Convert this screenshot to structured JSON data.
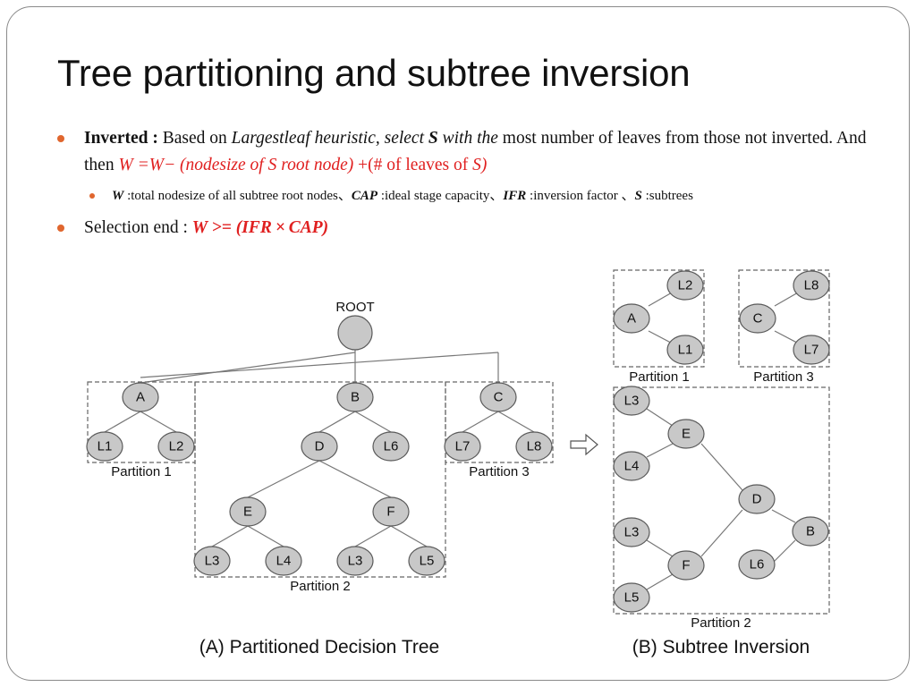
{
  "slide": {
    "title": "Tree partitioning and subtree inversion"
  },
  "bullets": {
    "b1_label": "Inverted :",
    "b1_t1": " Based on ",
    "b1_t2": "Largestleaf heuristic, select ",
    "b1_t3": "S",
    "b1_t4": " with the",
    "b1_t5": " most number of leaves from those not inverted. And then ",
    "b1_t6": "W =W− (nodesize of S root node)",
    "b1_t7": " +(# of leaves of ",
    "b1_t8": "S)",
    "sub_w": "W",
    "sub_w_desc": " :total nodesize of all subtree root nodes、",
    "sub_cap": "CAP",
    "sub_cap_desc": " :ideal stage capacity、",
    "sub_ifr": "IFR",
    "sub_ifr_desc": " :inversion factor 、",
    "sub_s": "S",
    "sub_s_desc": " :subtrees",
    "b2_label": "Selection  end : ",
    "b2_formula": "W >= (IFR × CAP)"
  },
  "diagram_a": {
    "root": "ROOT",
    "nodes": {
      "a": "A",
      "b": "B",
      "c": "C",
      "d": "D",
      "e": "E",
      "f": "F",
      "l1": "L1",
      "l2": "L2",
      "l6": "L6",
      "l7": "L7",
      "l8": "L8",
      "l3a": "L3",
      "l4": "L4",
      "l3b": "L3",
      "l5": "L5"
    },
    "partition1": "Partition 1",
    "partition2": "Partition 2",
    "partition3": "Partition 3",
    "caption": "(A) Partitioned Decision Tree"
  },
  "diagram_b": {
    "p1": {
      "a": "A",
      "l2": "L2",
      "l1": "L1",
      "label": "Partition 1"
    },
    "p3": {
      "c": "C",
      "l8": "L8",
      "l7": "L7",
      "label": "Partition 3"
    },
    "p2": {
      "l3a": "L3",
      "l4": "L4",
      "e": "E",
      "d": "D",
      "b": "B",
      "l3b": "L3",
      "f": "F",
      "l6": "L6",
      "l5": "L5",
      "label": "Partition 2"
    },
    "caption": "(B) Subtree Inversion"
  },
  "colors": {
    "node_fill": "#c8c8c8",
    "node_stroke": "#5a5a5a",
    "bullet": "#e0662e",
    "formula": "#e02020"
  }
}
